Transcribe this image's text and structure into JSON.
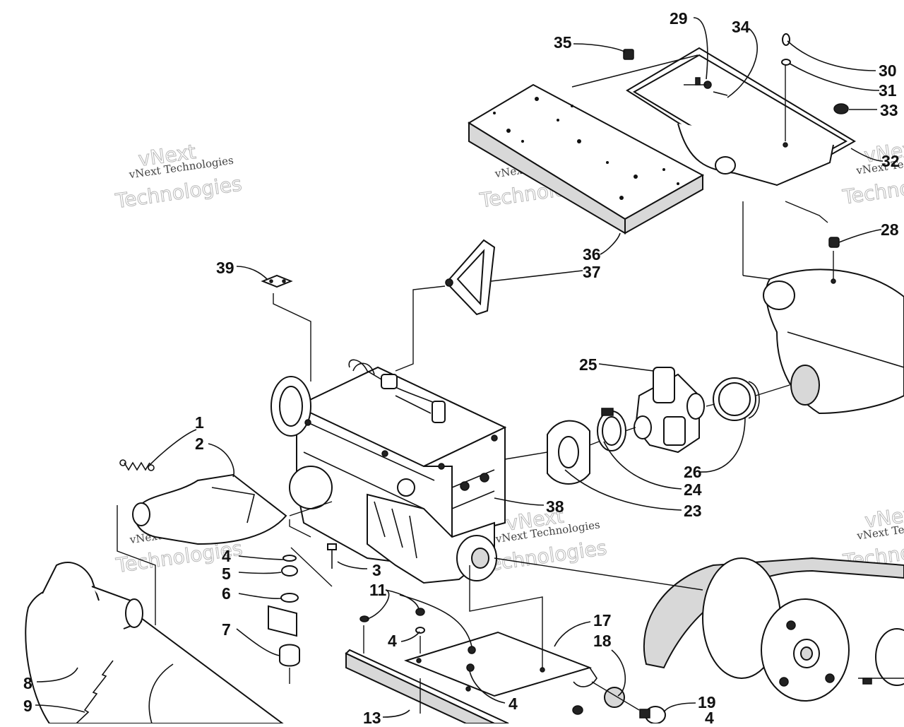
{
  "diagram": {
    "watermark": {
      "line1": "vNext",
      "line2": "vNext Technologies",
      "line3": "Technologies"
    },
    "callouts": [
      {
        "id": "c1",
        "label": "1"
      },
      {
        "id": "c2",
        "label": "2"
      },
      {
        "id": "c3",
        "label": "3"
      },
      {
        "id": "c4a",
        "label": "4"
      },
      {
        "id": "c4b",
        "label": "4"
      },
      {
        "id": "c4c",
        "label": "4"
      },
      {
        "id": "c4d",
        "label": "4"
      },
      {
        "id": "c5",
        "label": "5"
      },
      {
        "id": "c6",
        "label": "6"
      },
      {
        "id": "c7",
        "label": "7"
      },
      {
        "id": "c8",
        "label": "8"
      },
      {
        "id": "c9",
        "label": "9"
      },
      {
        "id": "c11",
        "label": "11"
      },
      {
        "id": "c13",
        "label": "13"
      },
      {
        "id": "c17",
        "label": "17"
      },
      {
        "id": "c18",
        "label": "18"
      },
      {
        "id": "c19",
        "label": "19"
      },
      {
        "id": "c23",
        "label": "23"
      },
      {
        "id": "c24",
        "label": "24"
      },
      {
        "id": "c25",
        "label": "25"
      },
      {
        "id": "c26",
        "label": "26"
      },
      {
        "id": "c28",
        "label": "28"
      },
      {
        "id": "c29",
        "label": "29"
      },
      {
        "id": "c30",
        "label": "30"
      },
      {
        "id": "c31",
        "label": "31"
      },
      {
        "id": "c32",
        "label": "32"
      },
      {
        "id": "c33",
        "label": "33"
      },
      {
        "id": "c34",
        "label": "34"
      },
      {
        "id": "c35",
        "label": "35"
      },
      {
        "id": "c36",
        "label": "36"
      },
      {
        "id": "c37",
        "label": "37"
      },
      {
        "id": "c38",
        "label": "38"
      },
      {
        "id": "c39",
        "label": "39"
      }
    ]
  }
}
